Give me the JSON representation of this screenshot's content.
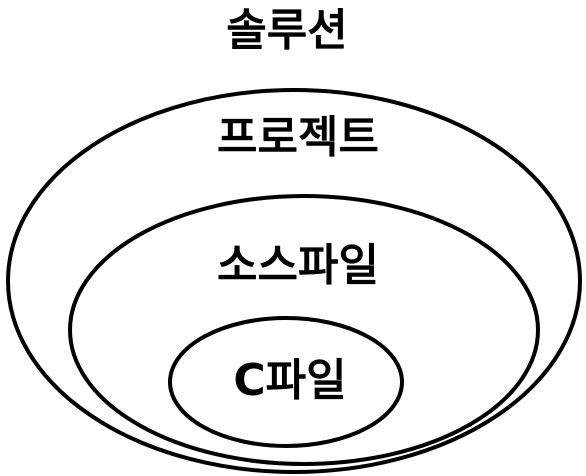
{
  "diagram": {
    "type": "nested-sets",
    "colors": {
      "stroke": "#000000",
      "text": "#000000",
      "background": "#ffffff"
    },
    "labels": {
      "solution": "솔루션",
      "project": "프로젝트",
      "source_file": "소스파일",
      "c_file": "C파일"
    }
  }
}
